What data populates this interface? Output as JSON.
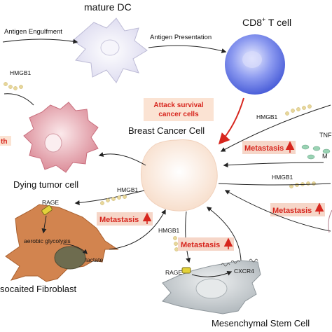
{
  "labels": {
    "mature_dc": "mature DC",
    "cd8_t_cell": "CD8",
    "cd8_sup": "+",
    "cd8_suffix": " T cell",
    "antigen_engulfment": "Antigen Engulfment",
    "antigen_presentation": "Antigen Presentation",
    "attack_line1": "Attack survival",
    "attack_line2": "cancer cells",
    "breast_cancer_cell": "Breast Cancer Cell",
    "dying_tumor_cell": "Dying tumor cell",
    "caf": "socaited Fibroblast",
    "msc": "Mesenchymal Stem Cell",
    "hmgb1": "HMGB1",
    "rage": "RAGE",
    "aerobic_glycolysis": "aerobic glycolysis",
    "lactate": "lactate",
    "metastasis": "Metastasis",
    "cxcr4": "CXCR4",
    "tnf_partial": "TNF",
    "m_partial": "M",
    "th_partial": "th"
  },
  "colors": {
    "accent_red": "#d7261e",
    "metastasis_bg": "#f6d6c8",
    "attack_bg": "#fbe3d3",
    "dc_fill": "#e6e5f3",
    "t_cell_fill": "#6b7fe6",
    "cancer_fill": "#fdeee3",
    "dying_fill": "#e8a3ad",
    "fibroblast_fill": "#d2844f",
    "msc_fill": "#c7cdd0",
    "hmgb1_dot": "#e8d79a"
  }
}
